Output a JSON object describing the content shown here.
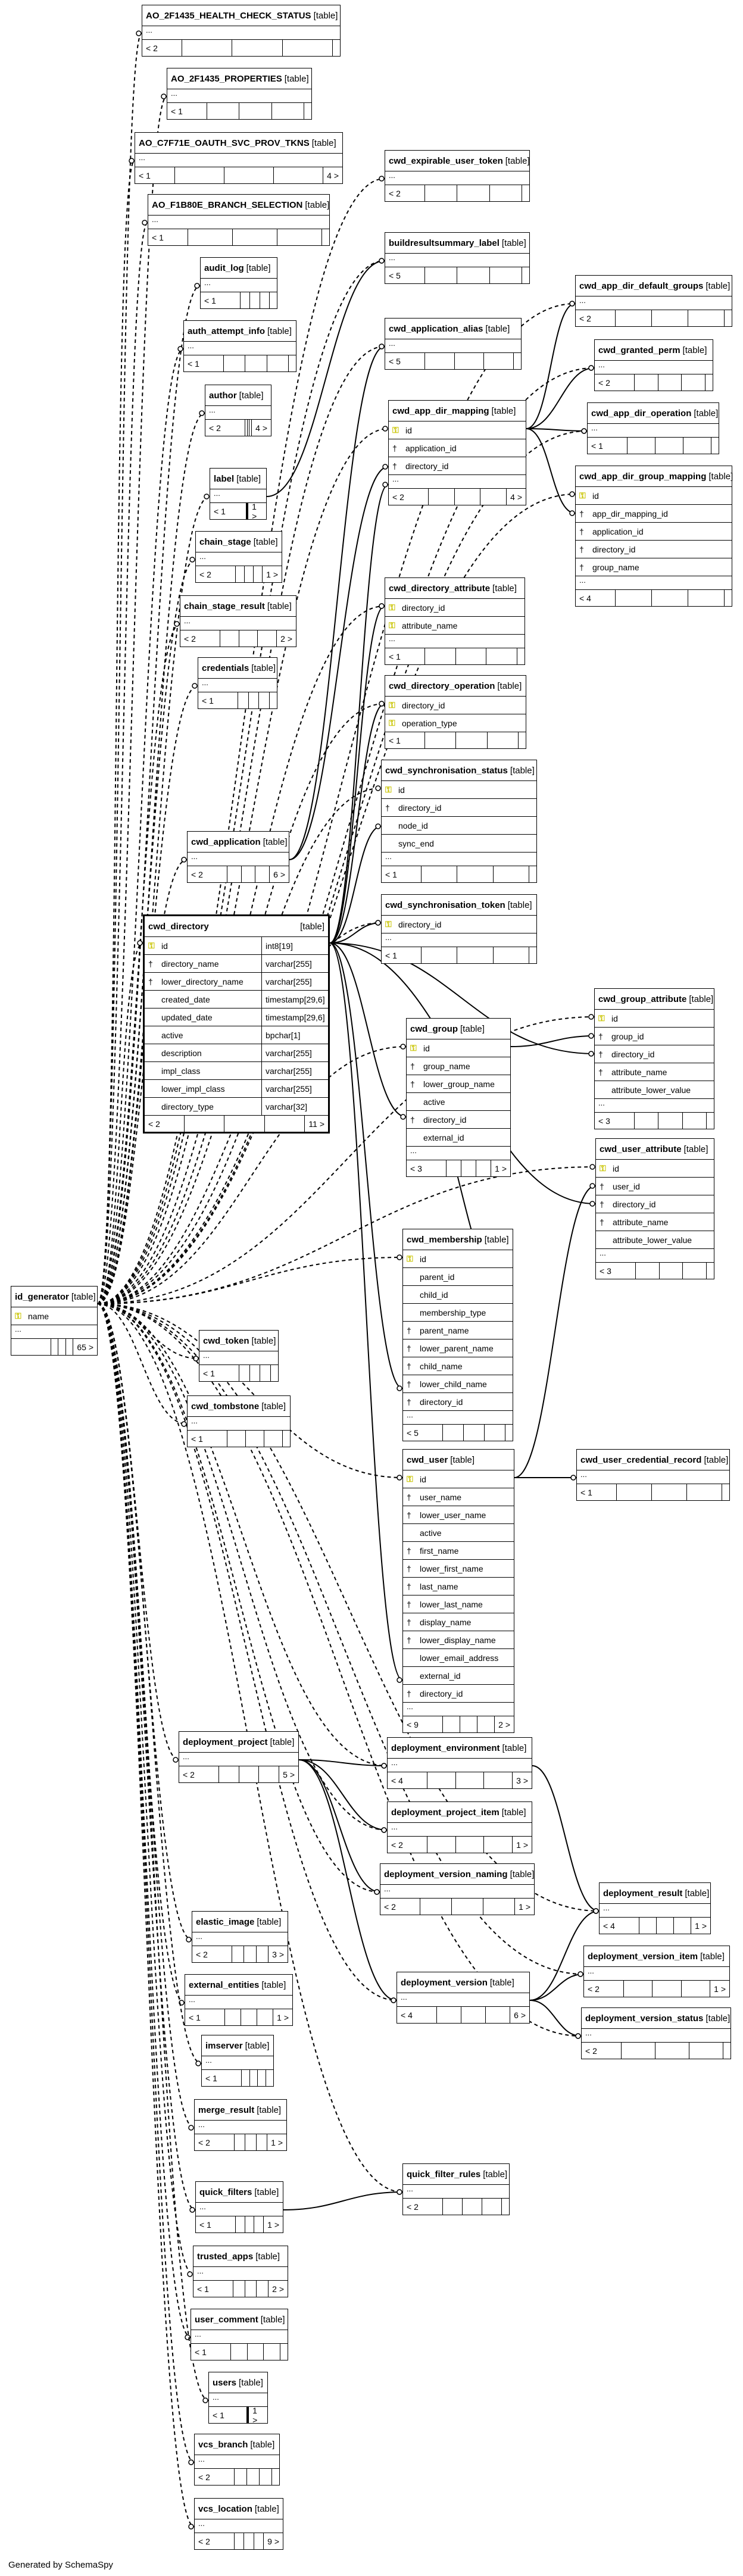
{
  "tables": [
    {
      "id": "ao_health",
      "name": "AO_2F1435_HEALTH_CHECK_STATUS",
      "type": "[table]",
      "columns": [],
      "ellipsis": "...",
      "lt": "< 2",
      "gt": ""
    },
    {
      "id": "ao_props",
      "name": "AO_2F1435_PROPERTIES",
      "type": "[table]",
      "columns": [],
      "ellipsis": "...",
      "lt": "< 1",
      "gt": ""
    },
    {
      "id": "ao_oauth",
      "name": "AO_C7F71E_OAUTH_SVC_PROV_TKNS",
      "type": "[table]",
      "columns": [],
      "ellipsis": "...",
      "lt": "< 1",
      "gt": "4 >"
    },
    {
      "id": "ao_branch",
      "name": "AO_F1B80E_BRANCH_SELECTION",
      "type": "[table]",
      "columns": [],
      "ellipsis": "...",
      "lt": "< 1",
      "gt": ""
    },
    {
      "id": "audit_log",
      "name": "audit_log",
      "type": "[table]",
      "columns": [],
      "ellipsis": "...",
      "lt": "< 1",
      "gt": ""
    },
    {
      "id": "auth_attempt",
      "name": "auth_attempt_info",
      "type": "[table]",
      "columns": [],
      "ellipsis": "...",
      "lt": "< 1",
      "gt": ""
    },
    {
      "id": "author",
      "name": "author",
      "type": "[table]",
      "columns": [],
      "ellipsis": "...",
      "lt": "< 2",
      "gt": "4 >"
    },
    {
      "id": "label",
      "name": "label",
      "type": "[table]",
      "columns": [],
      "ellipsis": "...",
      "lt": "< 1",
      "gt": "1 >"
    },
    {
      "id": "chain_stage",
      "name": "chain_stage",
      "type": "[table]",
      "columns": [],
      "ellipsis": "...",
      "lt": "< 2",
      "gt": "1 >"
    },
    {
      "id": "chain_stage_result",
      "name": "chain_stage_result",
      "type": "[table]",
      "columns": [],
      "ellipsis": "...",
      "lt": "< 2",
      "gt": "2 >"
    },
    {
      "id": "credentials",
      "name": "credentials",
      "type": "[table]",
      "columns": [],
      "ellipsis": "...",
      "lt": "< 1",
      "gt": ""
    },
    {
      "id": "cwd_application",
      "name": "cwd_application",
      "type": "[table]",
      "columns": [],
      "ellipsis": "...",
      "lt": "< 2",
      "gt": "6 >"
    },
    {
      "id": "cwd_directory",
      "name": "cwd_directory",
      "type": "[table]",
      "bold": true,
      "columns": [
        {
          "key": "pk",
          "name": "id",
          "type": "int8[19]"
        },
        {
          "key": "fk",
          "name": "directory_name",
          "type": "varchar[255]"
        },
        {
          "key": "fk",
          "name": "lower_directory_name",
          "type": "varchar[255]"
        },
        {
          "key": "",
          "name": "created_date",
          "type": "timestamp[29,6]"
        },
        {
          "key": "",
          "name": "updated_date",
          "type": "timestamp[29,6]"
        },
        {
          "key": "",
          "name": "active",
          "type": "bpchar[1]"
        },
        {
          "key": "",
          "name": "description",
          "type": "varchar[255]"
        },
        {
          "key": "",
          "name": "impl_class",
          "type": "varchar[255]"
        },
        {
          "key": "",
          "name": "lower_impl_class",
          "type": "varchar[255]"
        },
        {
          "key": "",
          "name": "directory_type",
          "type": "varchar[32]"
        }
      ],
      "ellipsis": "",
      "lt": "< 2",
      "gt": "11 >"
    },
    {
      "id": "id_generator",
      "name": "id_generator",
      "type": "[table]",
      "columns": [
        {
          "key": "pk",
          "name": "name"
        }
      ],
      "ellipsis": "...",
      "lt": "",
      "gt": "65 >"
    },
    {
      "id": "cwd_token",
      "name": "cwd_token",
      "type": "[table]",
      "columns": [],
      "ellipsis": "...",
      "lt": "< 1",
      "gt": ""
    },
    {
      "id": "cwd_tombstone",
      "name": "cwd_tombstone",
      "type": "[table]",
      "columns": [],
      "ellipsis": "...",
      "lt": "< 1",
      "gt": ""
    },
    {
      "id": "deployment_project",
      "name": "deployment_project",
      "type": "[table]",
      "columns": [],
      "ellipsis": "...",
      "lt": "< 2",
      "gt": "5 >"
    },
    {
      "id": "elastic_image",
      "name": "elastic_image",
      "type": "[table]",
      "columns": [],
      "ellipsis": "...",
      "lt": "< 2",
      "gt": "3 >"
    },
    {
      "id": "external_entities",
      "name": "external_entities",
      "type": "[table]",
      "columns": [],
      "ellipsis": "...",
      "lt": "< 1",
      "gt": "1 >"
    },
    {
      "id": "imserver",
      "name": "imserver",
      "type": "[table]",
      "columns": [],
      "ellipsis": "...",
      "lt": "< 1",
      "gt": ""
    },
    {
      "id": "merge_result",
      "name": "merge_result",
      "type": "[table]",
      "columns": [],
      "ellipsis": "...",
      "lt": "< 2",
      "gt": "1 >"
    },
    {
      "id": "quick_filters",
      "name": "quick_filters",
      "type": "[table]",
      "columns": [],
      "ellipsis": "...",
      "lt": "< 1",
      "gt": "1 >"
    },
    {
      "id": "trusted_apps",
      "name": "trusted_apps",
      "type": "[table]",
      "columns": [],
      "ellipsis": "...",
      "lt": "< 1",
      "gt": "2 >"
    },
    {
      "id": "user_comment",
      "name": "user_comment",
      "type": "[table]",
      "columns": [],
      "ellipsis": "...",
      "lt": "< 1",
      "gt": ""
    },
    {
      "id": "users",
      "name": "users",
      "type": "[table]",
      "columns": [],
      "ellipsis": "...",
      "lt": "< 1",
      "gt": "1 >"
    },
    {
      "id": "vcs_branch",
      "name": "vcs_branch",
      "type": "[table]",
      "columns": [],
      "ellipsis": "...",
      "lt": "< 2",
      "gt": ""
    },
    {
      "id": "vcs_location",
      "name": "vcs_location",
      "type": "[table]",
      "columns": [],
      "ellipsis": "...",
      "lt": "< 2",
      "gt": "9 >"
    },
    {
      "id": "cwd_expirable_user_token",
      "name": "cwd_expirable_user_token",
      "type": "[table]",
      "columns": [],
      "ellipsis": "...",
      "lt": "< 2",
      "gt": ""
    },
    {
      "id": "buildresultsummary_label",
      "name": "buildresultsummary_label",
      "type": "[table]",
      "columns": [],
      "ellipsis": "...",
      "lt": "< 5",
      "gt": ""
    },
    {
      "id": "cwd_application_alias",
      "name": "cwd_application_alias",
      "type": "[table]",
      "columns": [],
      "ellipsis": "...",
      "lt": "< 5",
      "gt": ""
    },
    {
      "id": "cwd_app_dir_mapping",
      "name": "cwd_app_dir_mapping",
      "type": "[table]",
      "columns": [
        {
          "key": "pk",
          "name": "id"
        },
        {
          "key": "fk",
          "name": "application_id"
        },
        {
          "key": "fk",
          "name": "directory_id"
        }
      ],
      "ellipsis": "...",
      "lt": "< 2",
      "gt": "4 >"
    },
    {
      "id": "cwd_directory_attribute",
      "name": "cwd_directory_attribute",
      "type": "[table]",
      "columns": [
        {
          "key": "pk",
          "name": "directory_id"
        },
        {
          "key": "pk",
          "name": "attribute_name"
        }
      ],
      "ellipsis": "...",
      "lt": "< 1",
      "gt": ""
    },
    {
      "id": "cwd_directory_operation",
      "name": "cwd_directory_operation",
      "type": "[table]",
      "columns": [
        {
          "key": "pk",
          "name": "directory_id"
        },
        {
          "key": "pk",
          "name": "operation_type"
        }
      ],
      "ellipsis": "",
      "lt": "< 1",
      "gt": ""
    },
    {
      "id": "cwd_sync_status",
      "name": "cwd_synchronisation_status",
      "type": "[table]",
      "columns": [
        {
          "key": "pk",
          "name": "id"
        },
        {
          "key": "fk",
          "name": "directory_id"
        },
        {
          "key": "",
          "name": "node_id"
        },
        {
          "key": "",
          "name": "sync_end"
        }
      ],
      "ellipsis": "...",
      "lt": "< 1",
      "gt": ""
    },
    {
      "id": "cwd_sync_token",
      "name": "cwd_synchronisation_token",
      "type": "[table]",
      "columns": [
        {
          "key": "pk",
          "name": "directory_id"
        }
      ],
      "ellipsis": "...",
      "lt": "< 1",
      "gt": ""
    },
    {
      "id": "cwd_group",
      "name": "cwd_group",
      "type": "[table]",
      "columns": [
        {
          "key": "pk",
          "name": "id"
        },
        {
          "key": "fk",
          "name": "group_name"
        },
        {
          "key": "fk",
          "name": "lower_group_name"
        },
        {
          "key": "",
          "name": "active"
        },
        {
          "key": "fk",
          "name": "directory_id"
        },
        {
          "key": "",
          "name": "external_id"
        }
      ],
      "ellipsis": "...",
      "lt": "< 3",
      "gt": "1 >"
    },
    {
      "id": "cwd_membership",
      "name": "cwd_membership",
      "type": "[table]",
      "columns": [
        {
          "key": "pk",
          "name": "id"
        },
        {
          "key": "",
          "name": "parent_id"
        },
        {
          "key": "",
          "name": "child_id"
        },
        {
          "key": "",
          "name": "membership_type"
        },
        {
          "key": "fk",
          "name": "parent_name"
        },
        {
          "key": "fk",
          "name": "lower_parent_name"
        },
        {
          "key": "fk",
          "name": "child_name"
        },
        {
          "key": "fk",
          "name": "lower_child_name"
        },
        {
          "key": "fk",
          "name": "directory_id"
        }
      ],
      "ellipsis": "...",
      "lt": "< 5",
      "gt": ""
    },
    {
      "id": "cwd_user",
      "name": "cwd_user",
      "type": "[table]",
      "columns": [
        {
          "key": "pk",
          "name": "id"
        },
        {
          "key": "fk",
          "name": "user_name"
        },
        {
          "key": "fk",
          "name": "lower_user_name"
        },
        {
          "key": "",
          "name": "active"
        },
        {
          "key": "fk",
          "name": "first_name"
        },
        {
          "key": "fk",
          "name": "lower_first_name"
        },
        {
          "key": "fk",
          "name": "last_name"
        },
        {
          "key": "fk",
          "name": "lower_last_name"
        },
        {
          "key": "fk",
          "name": "display_name"
        },
        {
          "key": "fk",
          "name": "lower_display_name"
        },
        {
          "key": "",
          "name": "lower_email_address"
        },
        {
          "key": "",
          "name": "external_id"
        },
        {
          "key": "fk",
          "name": "directory_id"
        }
      ],
      "ellipsis": "...",
      "lt": "< 9",
      "gt": "2 >"
    },
    {
      "id": "deployment_environment",
      "name": "deployment_environment",
      "type": "[table]",
      "columns": [],
      "ellipsis": "...",
      "lt": "< 4",
      "gt": "3 >"
    },
    {
      "id": "deployment_project_item",
      "name": "deployment_project_item",
      "type": "[table]",
      "columns": [],
      "ellipsis": "...",
      "lt": "< 2",
      "gt": "1 >"
    },
    {
      "id": "deployment_version_naming",
      "name": "deployment_version_naming",
      "type": "[table]",
      "columns": [],
      "ellipsis": "...",
      "lt": "< 2",
      "gt": "1 >"
    },
    {
      "id": "deployment_version",
      "name": "deployment_version",
      "type": "[table]",
      "columns": [],
      "ellipsis": "...",
      "lt": "< 4",
      "gt": "6 >"
    },
    {
      "id": "quick_filter_rules",
      "name": "quick_filter_rules",
      "type": "[table]",
      "columns": [],
      "ellipsis": "...",
      "lt": "< 2",
      "gt": ""
    },
    {
      "id": "cwd_app_dir_default_groups",
      "name": "cwd_app_dir_default_groups",
      "type": "[table]",
      "columns": [],
      "ellipsis": "...",
      "lt": "< 2",
      "gt": ""
    },
    {
      "id": "cwd_granted_perm",
      "name": "cwd_granted_perm",
      "type": "[table]",
      "columns": [],
      "ellipsis": "...",
      "lt": "< 2",
      "gt": ""
    },
    {
      "id": "cwd_app_dir_operation",
      "name": "cwd_app_dir_operation",
      "type": "[table]",
      "columns": [],
      "ellipsis": "...",
      "lt": "< 1",
      "gt": ""
    },
    {
      "id": "cwd_app_dir_group_mapping",
      "name": "cwd_app_dir_group_mapping",
      "type": "[table]",
      "columns": [
        {
          "key": "pk",
          "name": "id"
        },
        {
          "key": "fk",
          "name": "app_dir_mapping_id"
        },
        {
          "key": "fk",
          "name": "application_id"
        },
        {
          "key": "fk",
          "name": "directory_id"
        },
        {
          "key": "fk",
          "name": "group_name"
        }
      ],
      "ellipsis": "...",
      "lt": "< 4",
      "gt": ""
    },
    {
      "id": "cwd_group_attribute",
      "name": "cwd_group_attribute",
      "type": "[table]",
      "columns": [
        {
          "key": "pk",
          "name": "id"
        },
        {
          "key": "fk",
          "name": "group_id"
        },
        {
          "key": "fk",
          "name": "directory_id"
        },
        {
          "key": "fk",
          "name": "attribute_name"
        },
        {
          "key": "",
          "name": "attribute_lower_value"
        }
      ],
      "ellipsis": "...",
      "lt": "< 3",
      "gt": ""
    },
    {
      "id": "cwd_user_attribute",
      "name": "cwd_user_attribute",
      "type": "[table]",
      "columns": [
        {
          "key": "pk",
          "name": "id"
        },
        {
          "key": "fk",
          "name": "user_id"
        },
        {
          "key": "fk",
          "name": "directory_id"
        },
        {
          "key": "fk",
          "name": "attribute_name"
        },
        {
          "key": "",
          "name": "attribute_lower_value"
        }
      ],
      "ellipsis": "...",
      "lt": "< 3",
      "gt": ""
    },
    {
      "id": "cwd_user_credential_record",
      "name": "cwd_user_credential_record",
      "type": "[table]",
      "columns": [],
      "ellipsis": "...",
      "lt": "< 1",
      "gt": ""
    },
    {
      "id": "deployment_result",
      "name": "deployment_result",
      "type": "[table]",
      "columns": [],
      "ellipsis": "...",
      "lt": "< 4",
      "gt": "1 >"
    },
    {
      "id": "deployment_version_item",
      "name": "deployment_version_item",
      "type": "[table]",
      "columns": [],
      "ellipsis": "...",
      "lt": "< 2",
      "gt": "1 >"
    },
    {
      "id": "deployment_version_status",
      "name": "deployment_version_status",
      "type": "[table]",
      "columns": [],
      "ellipsis": "...",
      "lt": "< 2",
      "gt": ""
    }
  ],
  "icons": {
    "primary_key": "key-icon-yellow",
    "foreign_key": "key-icon-gray"
  },
  "colors": {
    "line": "#000000",
    "pk_key": "#c9c400",
    "background": "#ffffff"
  },
  "footer": {
    "generated_by": "Generated by SchemaSpy"
  }
}
